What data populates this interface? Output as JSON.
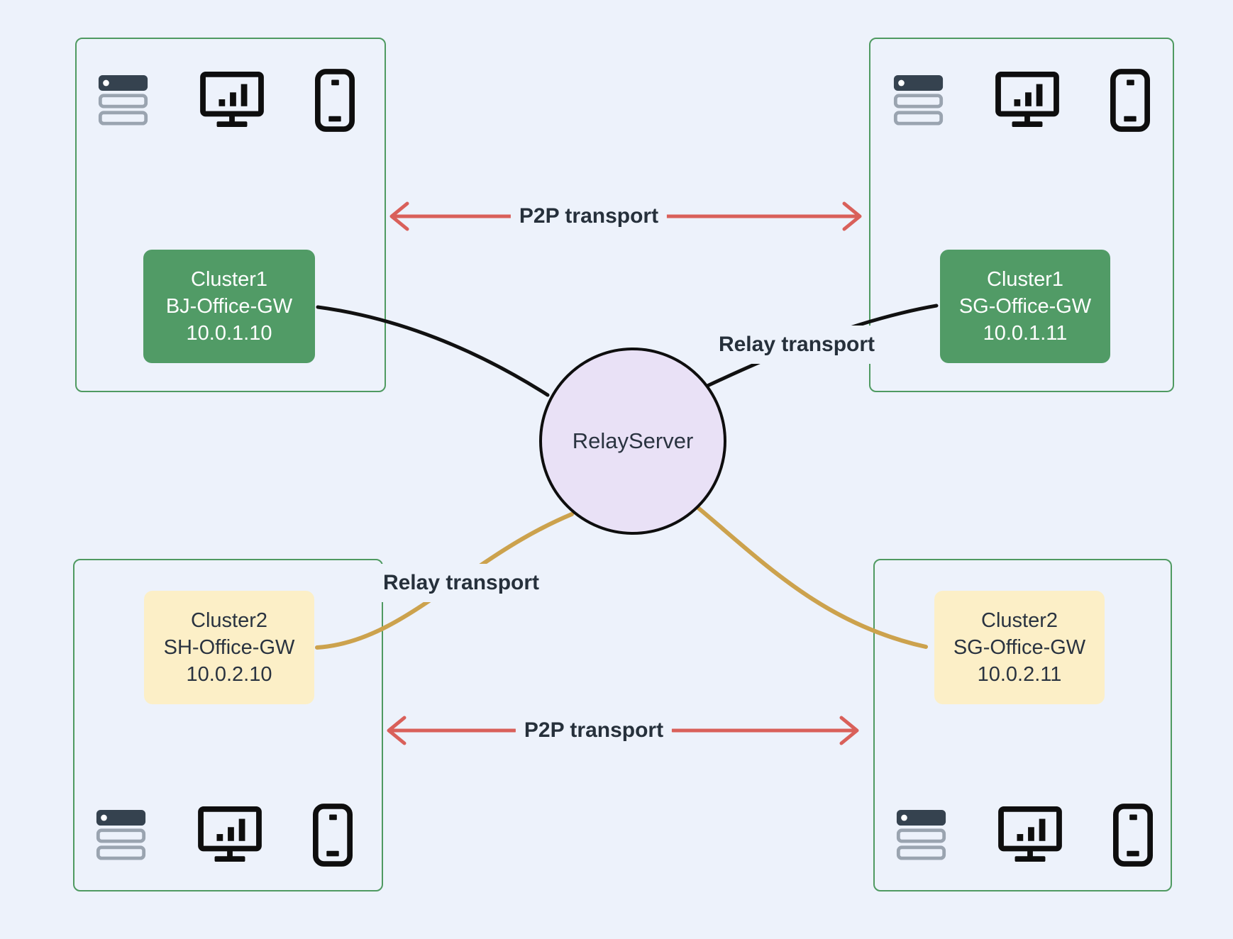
{
  "diagram": {
    "relay_server_label": "RelayServer",
    "labels": {
      "p2p_top": "P2P transport",
      "p2p_bottom": "P2P transport",
      "relay_top": "Relay transport",
      "relay_bottom": "Relay transport"
    },
    "clusters": [
      {
        "position": "top-left",
        "lines": [
          "Cluster1",
          "BJ-Office-GW",
          "10.0.1.10"
        ]
      },
      {
        "position": "top-right",
        "lines": [
          "Cluster1",
          "SG-Office-GW",
          "10.0.1.11"
        ]
      },
      {
        "position": "bottom-left",
        "lines": [
          "Cluster2",
          "SH-Office-GW",
          "10.0.2.10"
        ]
      },
      {
        "position": "bottom-right",
        "lines": [
          "Cluster2",
          "SG-Office-GW",
          "10.0.2.11"
        ]
      }
    ],
    "icons": [
      "server-icon",
      "monitor-icon",
      "smartphone-icon"
    ],
    "colors": {
      "background": "#EDF2FB",
      "cluster_border": "#4F9A61",
      "green_node_fill": "#519B66",
      "yellow_node_fill": "#FCEFC7",
      "relay_circle_fill": "#E9E1F6",
      "relay_circle_border": "#0E0E0E",
      "p2p_arrow": "#D9605A",
      "relay_edge_black": "#111111",
      "relay_edge_gold": "#CCA24D",
      "dark_text": "#26303B",
      "node_text_light": "#FFFFFF",
      "server_icon_dark": "#35424F",
      "server_icon_gray": "#9AA4B0"
    }
  }
}
